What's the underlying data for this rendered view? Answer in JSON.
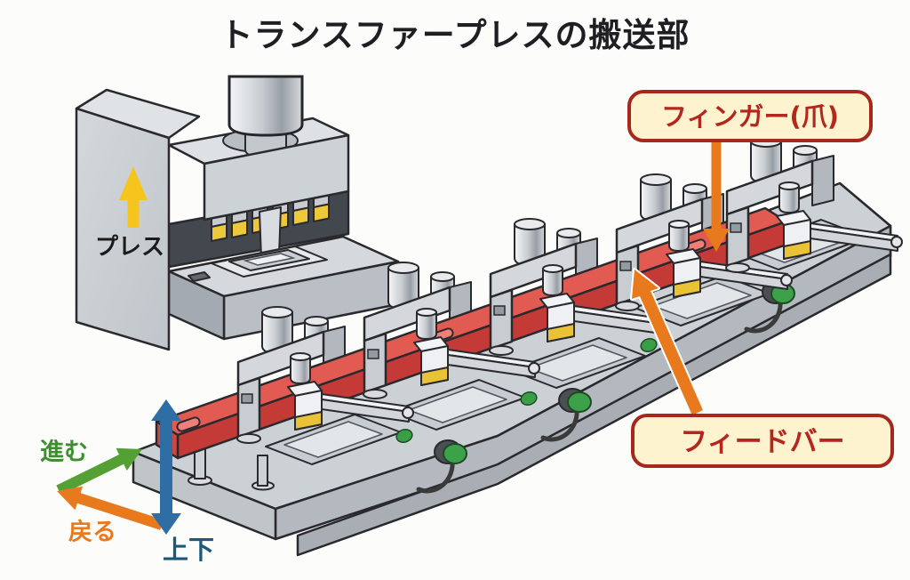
{
  "title": "トランスファープレスの搬送部",
  "press": {
    "label": "プレス"
  },
  "callouts": {
    "finger": {
      "label": "フィンガー(爪)"
    },
    "feedbar": {
      "label": "フィードバー"
    }
  },
  "motion": {
    "forward": "進む",
    "back": "戻る",
    "updown": "上下"
  },
  "stations": {
    "clamp_count": 5,
    "die_count": 5,
    "knob_count": 3
  },
  "colors": {
    "background": "#fcfcfa",
    "feed_bar_top": "#e25b52",
    "feed_bar_front": "#c43a37",
    "callout_bg": "#fdf3cf",
    "callout_border": "#a6281d",
    "callout_text": "#b3271e",
    "arrow_orange": "#e8791c",
    "arrow_green": "#55a035",
    "arrow_blue": "#2f6ea5",
    "press_arrow_yellow": "#f6c51d",
    "machine_gray": "#c9ced3",
    "knob_green": "#3da14a"
  }
}
